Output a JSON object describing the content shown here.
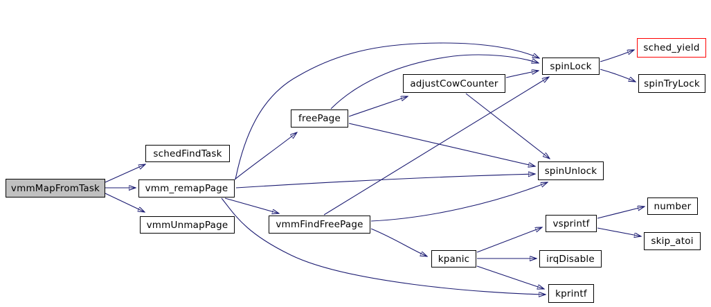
{
  "graph": {
    "background": "#ffffff",
    "edge_color": "#191970",
    "node_fill": "#ffffff",
    "node_border_color": "#000000",
    "root_node_fill": "#c0c0c0",
    "highlight_border_color": "#ff0000"
  },
  "nodes": [
    {
      "id": "vmmMapFromTask",
      "label": "vmmMapFromTask",
      "kind": "root"
    },
    {
      "id": "schedFindTask",
      "label": "schedFindTask",
      "kind": "normal"
    },
    {
      "id": "vmm_remapPage",
      "label": "vmm_remapPage",
      "kind": "normal"
    },
    {
      "id": "vmmUnmapPage",
      "label": "vmmUnmapPage",
      "kind": "normal"
    },
    {
      "id": "freePage",
      "label": "freePage",
      "kind": "normal"
    },
    {
      "id": "adjustCowCounter",
      "label": "adjustCowCounter",
      "kind": "normal"
    },
    {
      "id": "spinLock",
      "label": "spinLock",
      "kind": "normal"
    },
    {
      "id": "sched_yield",
      "label": "sched_yield",
      "kind": "highlight"
    },
    {
      "id": "spinTryLock",
      "label": "spinTryLock",
      "kind": "normal"
    },
    {
      "id": "spinUnlock",
      "label": "spinUnlock",
      "kind": "normal"
    },
    {
      "id": "vmmFindFreePage",
      "label": "vmmFindFreePage",
      "kind": "normal"
    },
    {
      "id": "vsprintf",
      "label": "vsprintf",
      "kind": "normal"
    },
    {
      "id": "number",
      "label": "number",
      "kind": "normal"
    },
    {
      "id": "skip_atoi",
      "label": "skip_atoi",
      "kind": "normal"
    },
    {
      "id": "kpanic",
      "label": "kpanic",
      "kind": "normal"
    },
    {
      "id": "irqDisable",
      "label": "irqDisable",
      "kind": "normal"
    },
    {
      "id": "kprintf",
      "label": "kprintf",
      "kind": "normal"
    }
  ],
  "edges": [
    {
      "from": "vmmMapFromTask",
      "to": "schedFindTask"
    },
    {
      "from": "vmmMapFromTask",
      "to": "vmm_remapPage"
    },
    {
      "from": "vmmMapFromTask",
      "to": "vmmUnmapPage"
    },
    {
      "from": "vmm_remapPage",
      "to": "freePage"
    },
    {
      "from": "vmm_remapPage",
      "to": "spinLock"
    },
    {
      "from": "vmm_remapPage",
      "to": "spinUnlock"
    },
    {
      "from": "vmm_remapPage",
      "to": "vmmFindFreePage"
    },
    {
      "from": "vmm_remapPage",
      "to": "kprintf"
    },
    {
      "from": "freePage",
      "to": "adjustCowCounter"
    },
    {
      "from": "freePage",
      "to": "spinLock"
    },
    {
      "from": "freePage",
      "to": "spinUnlock"
    },
    {
      "from": "adjustCowCounter",
      "to": "spinLock"
    },
    {
      "from": "adjustCowCounter",
      "to": "spinUnlock"
    },
    {
      "from": "spinLock",
      "to": "sched_yield"
    },
    {
      "from": "spinLock",
      "to": "spinTryLock"
    },
    {
      "from": "vmmFindFreePage",
      "to": "spinLock"
    },
    {
      "from": "vmmFindFreePage",
      "to": "spinUnlock"
    },
    {
      "from": "vmmFindFreePage",
      "to": "kpanic"
    },
    {
      "from": "kpanic",
      "to": "vsprintf"
    },
    {
      "from": "kpanic",
      "to": "irqDisable"
    },
    {
      "from": "kpanic",
      "to": "kprintf"
    },
    {
      "from": "vsprintf",
      "to": "number"
    },
    {
      "from": "vsprintf",
      "to": "skip_atoi"
    }
  ]
}
